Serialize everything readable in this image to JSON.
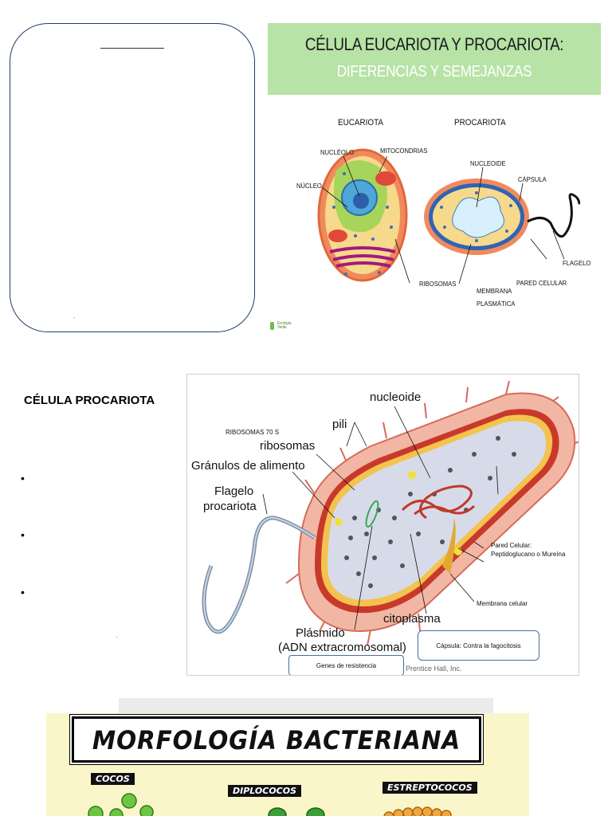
{
  "note": {
    "dot": "."
  },
  "header": {
    "title": "CÉLULA EUCARIOTA Y PROCARIOTA:",
    "subtitle": "DIFERENCIAS Y SEMEJANZAS"
  },
  "cell_diagram": {
    "eukaryote_label": "EUCARIOTA",
    "prokaryote_label": "PROCARIOTA",
    "nucleolo": "NUCLÉOLO",
    "mitocondrias": "MITOCONDRIAS",
    "nucleo": "NÚCLEO",
    "ribosomas": "RIBOSOMAS",
    "membrana": "MEMBRANA",
    "plasmatica": "PLASMÁTICA",
    "nucleoide": "NUCLEOIDE",
    "capsula": "CÁPSULA",
    "flagelo": "FLAGELO",
    "pared": "PARED CELULAR",
    "logo_line1": "Ecología",
    "logo_line2": "Verde"
  },
  "section": {
    "title": "CÉLULA PROCARIOTA",
    "bullets": [
      "•",
      "•",
      "•"
    ],
    "small_dot": "."
  },
  "prokaryote": {
    "nucleoide": "nucleoide",
    "pili": "pili",
    "ribosomas70": "RIBOSOMAS 70 S",
    "ribosomas": "ribosomas",
    "granulos": "Gránulos de alimento",
    "flagelo1": "Flagelo",
    "flagelo2": "procariota",
    "pared1": "Pared Celular:",
    "pared2": "Peptidoglucano o Mureína",
    "membrana": "Membrana celular",
    "citoplasma": "citoplasma",
    "plasmido1": "Plásmido",
    "plasmido2": "(ADN extracromosomal)",
    "capsula_callout": "Cápsula: Contra la fagocitosis",
    "genes_callout": "Genes de resistencia",
    "credit": "Prentice Hall, Inc."
  },
  "morphology": {
    "title": "MORFOLOGÍA BACTERIANA",
    "tags": [
      "COCOS",
      "DIPLOCOCOS",
      "ESTREPTOCOCOS"
    ]
  },
  "colors": {
    "header_bg": "#b7e3a6",
    "note_border": "#1f3a68",
    "morph_bg": "#fbf6c9"
  }
}
